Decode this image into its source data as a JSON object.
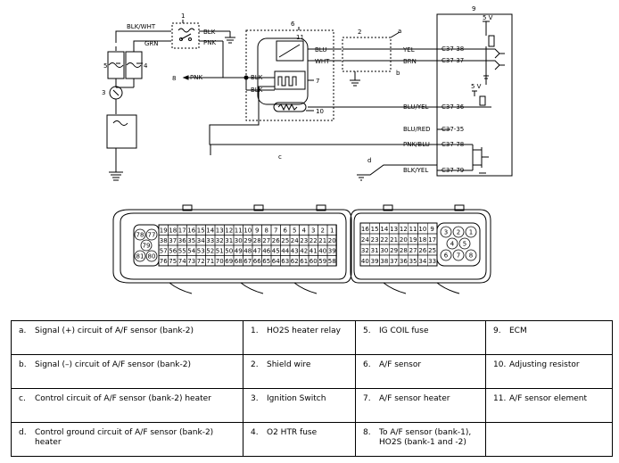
{
  "schematic": {
    "wire_labels": {
      "blk_wht": "BLK/WHT",
      "grn": "GRN",
      "blk_relay": "BLK",
      "pnk_relay": "PNK",
      "pnk_left": "PNK",
      "blk_1": "BLK",
      "blk_2": "BLK",
      "blu": "BLU",
      "wht": "WHT",
      "yel": "YEL",
      "brn": "BRN",
      "blu_yel": "BLU/YEL",
      "blu_red": "BLU/RED",
      "pnk_blu": "PNK/BLU",
      "blk_yel": "BLK/YEL"
    },
    "terminals": {
      "t38": "C37-38",
      "t37": "C37-37",
      "t36": "C37-36",
      "t35": "C37-35",
      "t78": "C37-78",
      "t79": "C37-79"
    },
    "callouts": {
      "n1": "1",
      "n2": "2",
      "n3": "3",
      "n4": "4",
      "n5": "5",
      "n6": "6",
      "n7": "7",
      "n8": "8",
      "n9": "9",
      "n10": "10",
      "n11": "11",
      "la": "a",
      "lb": "b",
      "lc": "c",
      "ld": "d"
    },
    "ecm_voltage_1": "5 V",
    "ecm_voltage_2": "5 V"
  },
  "connector_left": {
    "row1": [
      "19",
      "18",
      "17",
      "16",
      "15",
      "14",
      "13",
      "12",
      "11",
      "10",
      "9",
      "8",
      "7",
      "6",
      "5",
      "4",
      "3",
      "2",
      "1"
    ],
    "row2": [
      "38",
      "37",
      "36",
      "35",
      "34",
      "33",
      "32",
      "31",
      "30",
      "29",
      "28",
      "27",
      "26",
      "25",
      "24",
      "23",
      "22",
      "21",
      "20"
    ],
    "row3": [
      "57",
      "56",
      "55",
      "54",
      "53",
      "52",
      "51",
      "50",
      "49",
      "48",
      "47",
      "46",
      "45",
      "44",
      "43",
      "42",
      "41",
      "40",
      "39"
    ],
    "row4": [
      "76",
      "75",
      "74",
      "73",
      "72",
      "71",
      "70",
      "69",
      "68",
      "67",
      "66",
      "65",
      "64",
      "63",
      "62",
      "61",
      "60",
      "59",
      "58"
    ],
    "round_pins": [
      "78",
      "77",
      "79",
      "81",
      "80"
    ]
  },
  "connector_right": {
    "row1": [
      "16",
      "15",
      "14",
      "13",
      "12",
      "11",
      "10",
      "9"
    ],
    "row2": [
      "24",
      "23",
      "22",
      "21",
      "20",
      "19",
      "18",
      "17"
    ],
    "row3": [
      "32",
      "31",
      "30",
      "29",
      "28",
      "27",
      "26",
      "25"
    ],
    "row4": [
      "40",
      "39",
      "38",
      "37",
      "36",
      "35",
      "34",
      "33"
    ],
    "round_pins": [
      "3",
      "2",
      "1",
      "4",
      "5",
      "6",
      "7",
      "8"
    ]
  },
  "legend": [
    [
      {
        "key": "a.",
        "text": "Signal (+) circuit of A/F sensor (bank-2)"
      },
      {
        "key": "1.",
        "text": "HO2S heater relay"
      },
      {
        "key": "5.",
        "text": "IG COIL fuse"
      },
      {
        "key": "9.",
        "text": "ECM"
      }
    ],
    [
      {
        "key": "b.",
        "text": "Signal (–) circuit of A/F sensor (bank-2)"
      },
      {
        "key": "2.",
        "text": "Shield wire"
      },
      {
        "key": "6.",
        "text": "A/F sensor"
      },
      {
        "key": "10.",
        "text": "Adjusting resistor"
      }
    ],
    [
      {
        "key": "c.",
        "text": "Control circuit of A/F sensor (bank-2) heater"
      },
      {
        "key": "3.",
        "text": "Ignition Switch"
      },
      {
        "key": "7.",
        "text": "A/F sensor heater"
      },
      {
        "key": "11.",
        "text": "A/F sensor element"
      }
    ],
    [
      {
        "key": "d.",
        "text": "Control ground circuit of A/F sensor (bank-2) heater"
      },
      {
        "key": "4.",
        "text": "O2 HTR fuse"
      },
      {
        "key": "8.",
        "text": "To A/F sensor (bank-1), HO2S (bank-1 and -2)"
      },
      {
        "key": "",
        "text": ""
      }
    ]
  ]
}
